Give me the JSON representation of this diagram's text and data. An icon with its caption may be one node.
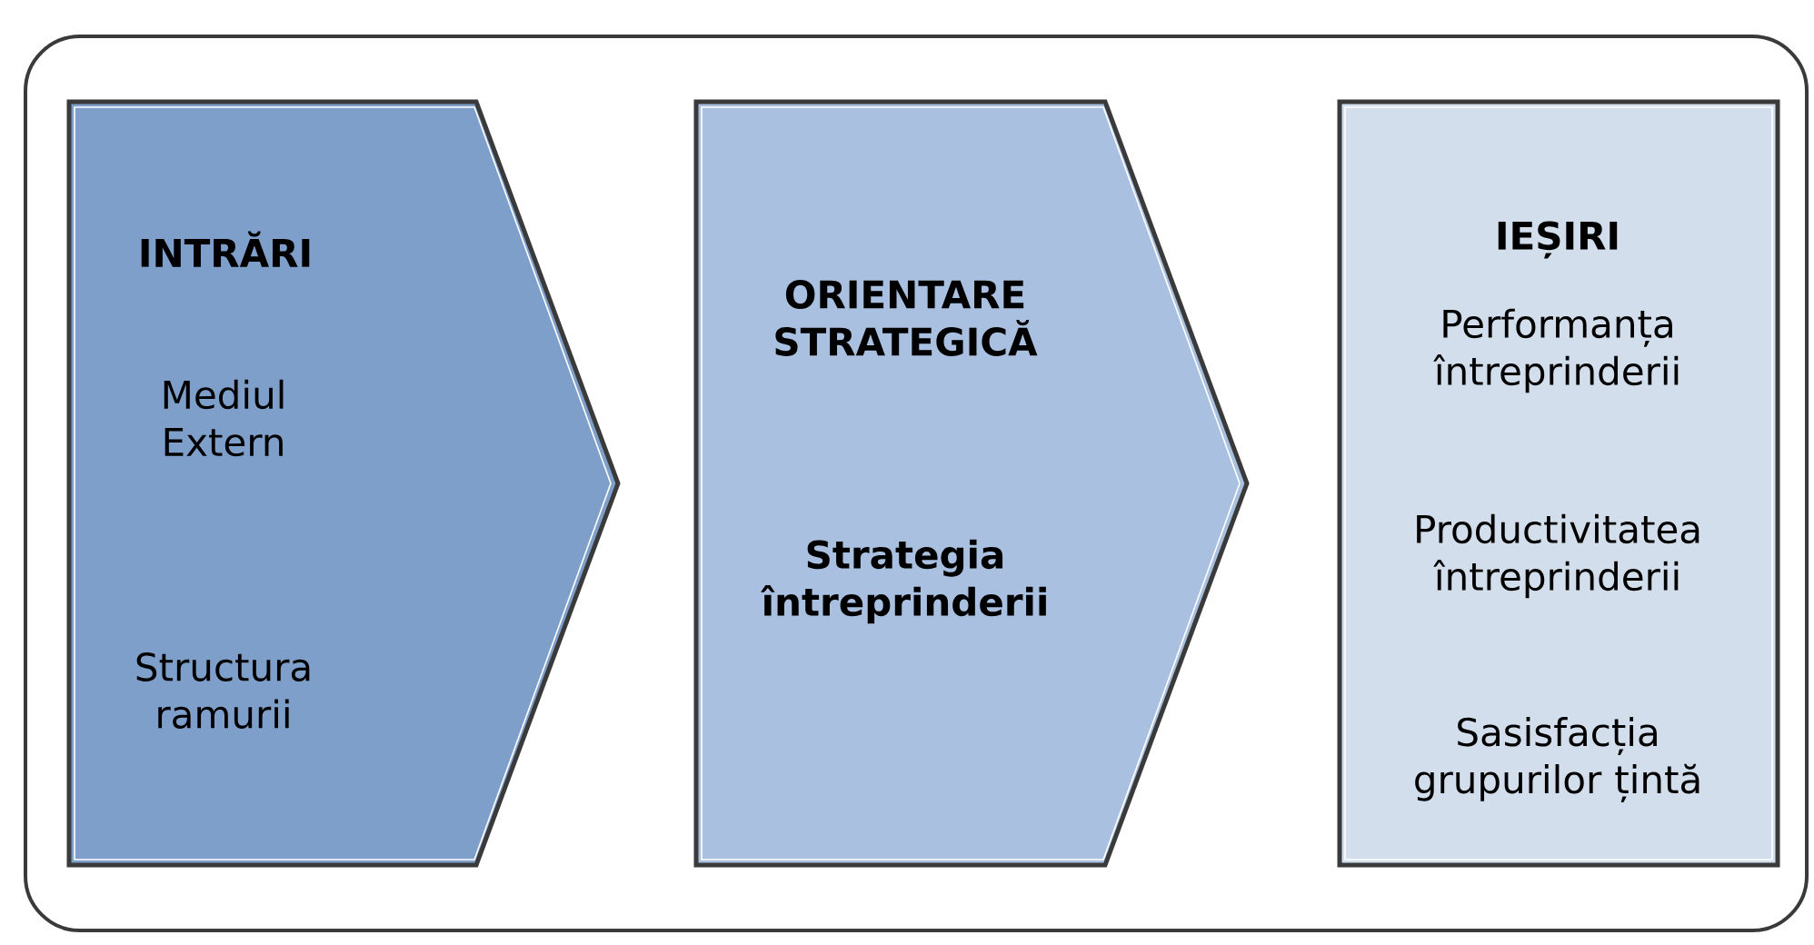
{
  "diagram": {
    "nodes": [
      {
        "text": [],
        "shape": "box"
      },
      {
        "text": [
          "INTRĂRI",
          "Mediul Extern",
          "Structura ramurii"
        ],
        "in": 0
      },
      {
        "text": [
          "ORIENTARE STRATEGICĂ",
          "Strategia întreprinderii"
        ],
        "in": 0
      },
      {
        "text": [
          "IEȘIRI",
          "Performanța întreprinderii",
          "Productivitatea întreprinderii",
          "Sasisfacția grupurilor țintă"
        ],
        "in": 0
      }
    ]
  }
}
